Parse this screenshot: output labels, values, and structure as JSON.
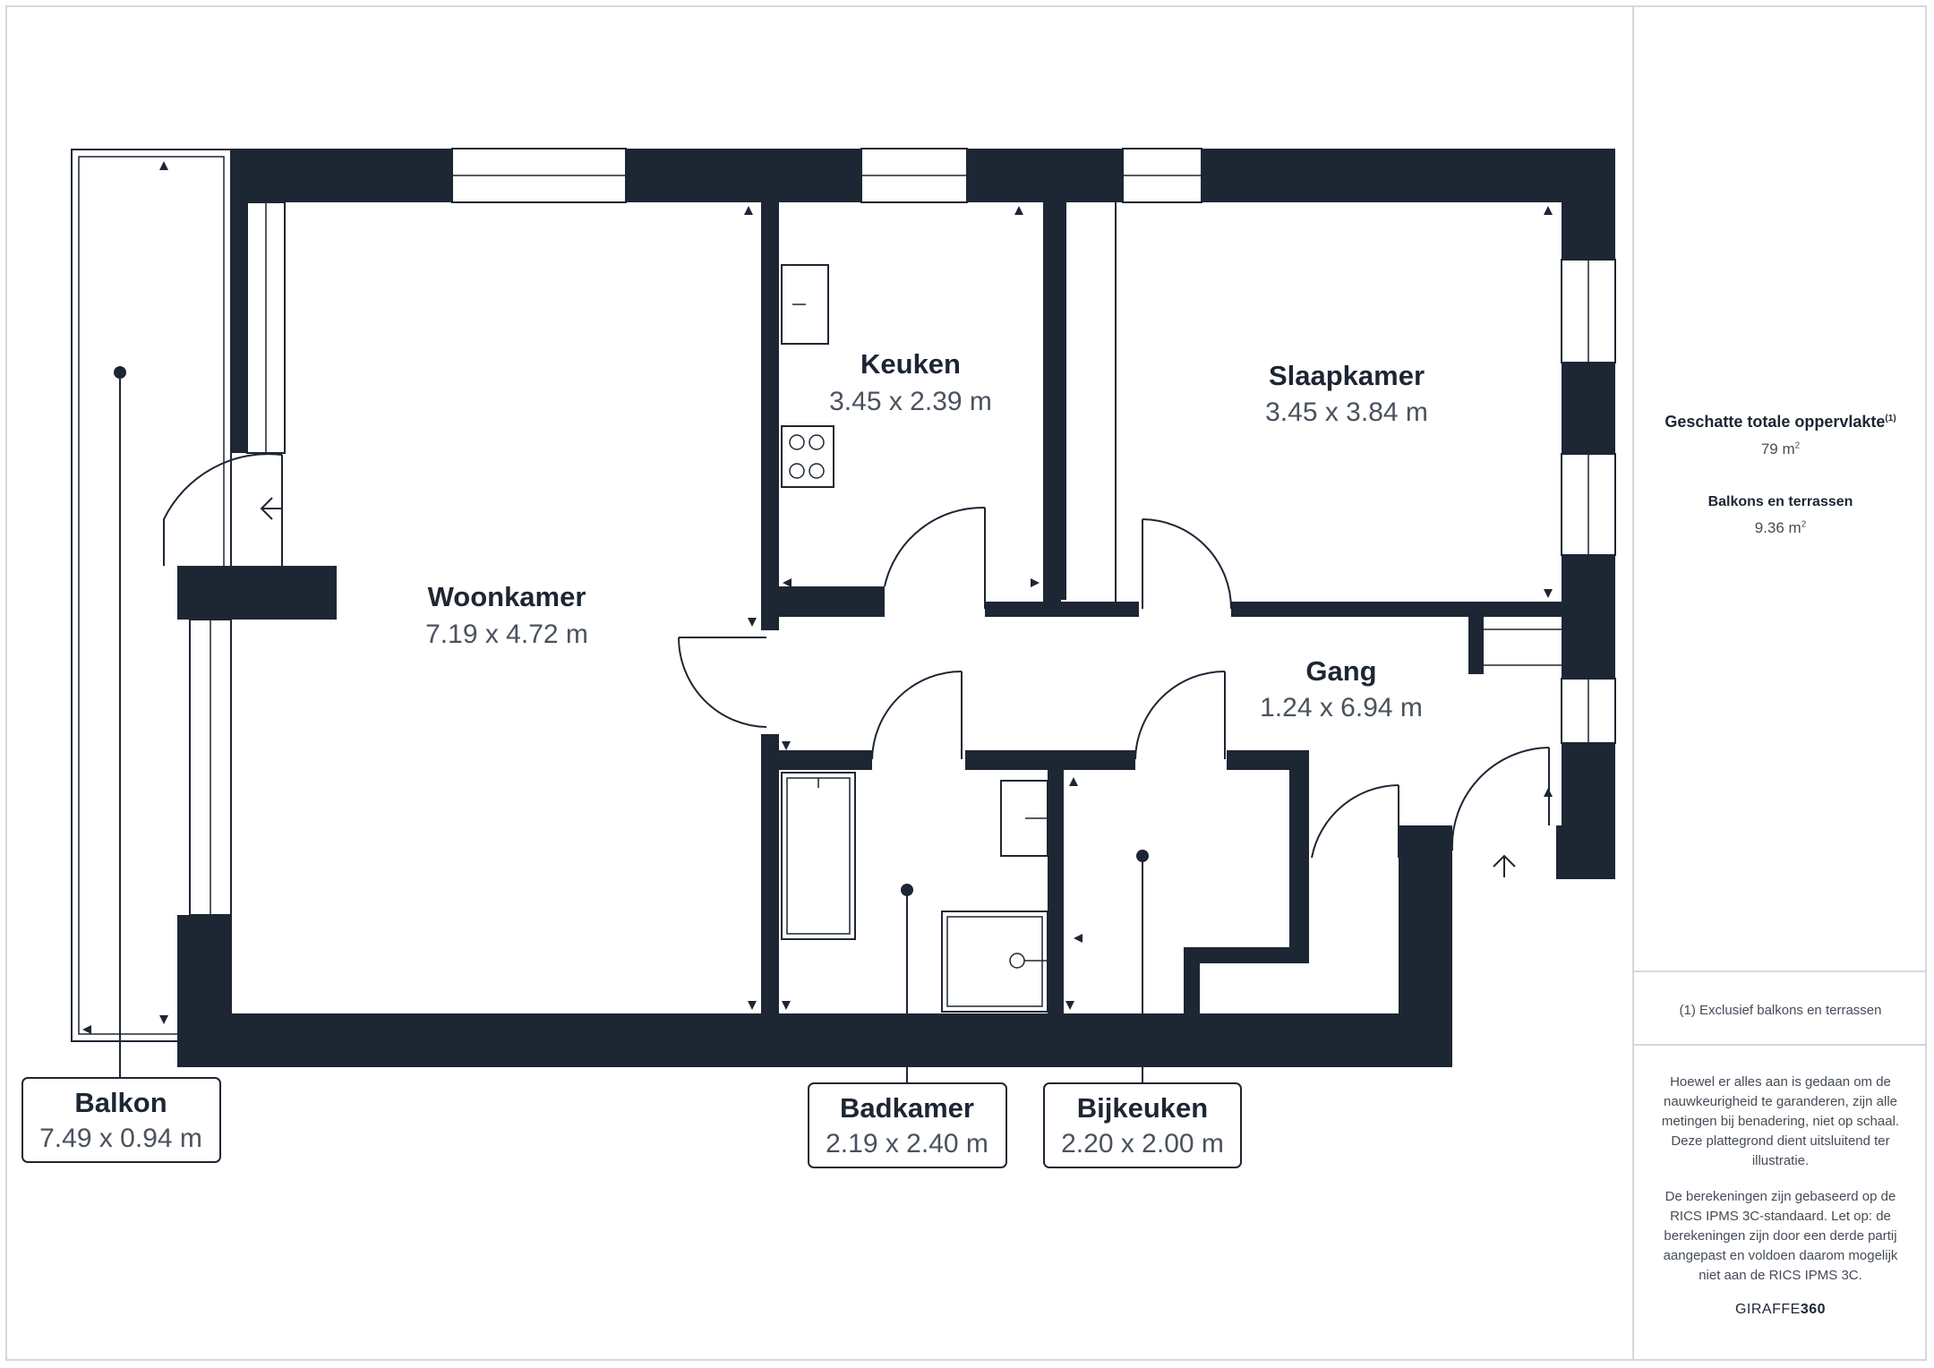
{
  "rooms": {
    "woonkamer": {
      "name": "Woonkamer",
      "dims": "7.19 x 4.72 m"
    },
    "keuken": {
      "name": "Keuken",
      "dims": "3.45 x 2.39 m"
    },
    "slaapkamer": {
      "name": "Slaapkamer",
      "dims": "3.45 x 3.84 m"
    },
    "gang": {
      "name": "Gang",
      "dims": "1.24 x 6.94 m"
    },
    "balkon": {
      "name": "Balkon",
      "dims": "7.49 x 0.94 m"
    },
    "badkamer": {
      "name": "Badkamer",
      "dims": "2.19 x 2.40 m"
    },
    "bijkeuken": {
      "name": "Bijkeuken",
      "dims": "2.20 x 2.00 m"
    }
  },
  "sidebar": {
    "total_label": "Geschatte totale oppervlakte",
    "total_note_marker": "(1)",
    "total_value": "79 m",
    "total_unit_sup": "2",
    "balcony_label": "Balkons en terrassen",
    "balcony_value": "9.36 m",
    "balcony_unit_sup": "2",
    "footnote": "(1) Exclusief balkons en terrassen",
    "disclaimer_1": "Hoewel er alles aan is gedaan om de nauwkeurigheid te garanderen, zijn alle metingen bij benadering, niet op schaal. Deze plattegrond dient uitsluitend ter illustratie.",
    "disclaimer_2": "De berekeningen zijn gebaseerd op de RICS IPMS 3C-standaard. Let op: de berekeningen zijn door een derde partij aangepast en voldoen daarom mogelijk niet aan de RICS IPMS 3C.",
    "brand_prefix": "GIRAFFE",
    "brand_suffix": "360"
  },
  "colors": {
    "wall": "#1d2633",
    "text": "#1c2634",
    "muted": "#4a525d",
    "border": "#d4d7dc"
  }
}
